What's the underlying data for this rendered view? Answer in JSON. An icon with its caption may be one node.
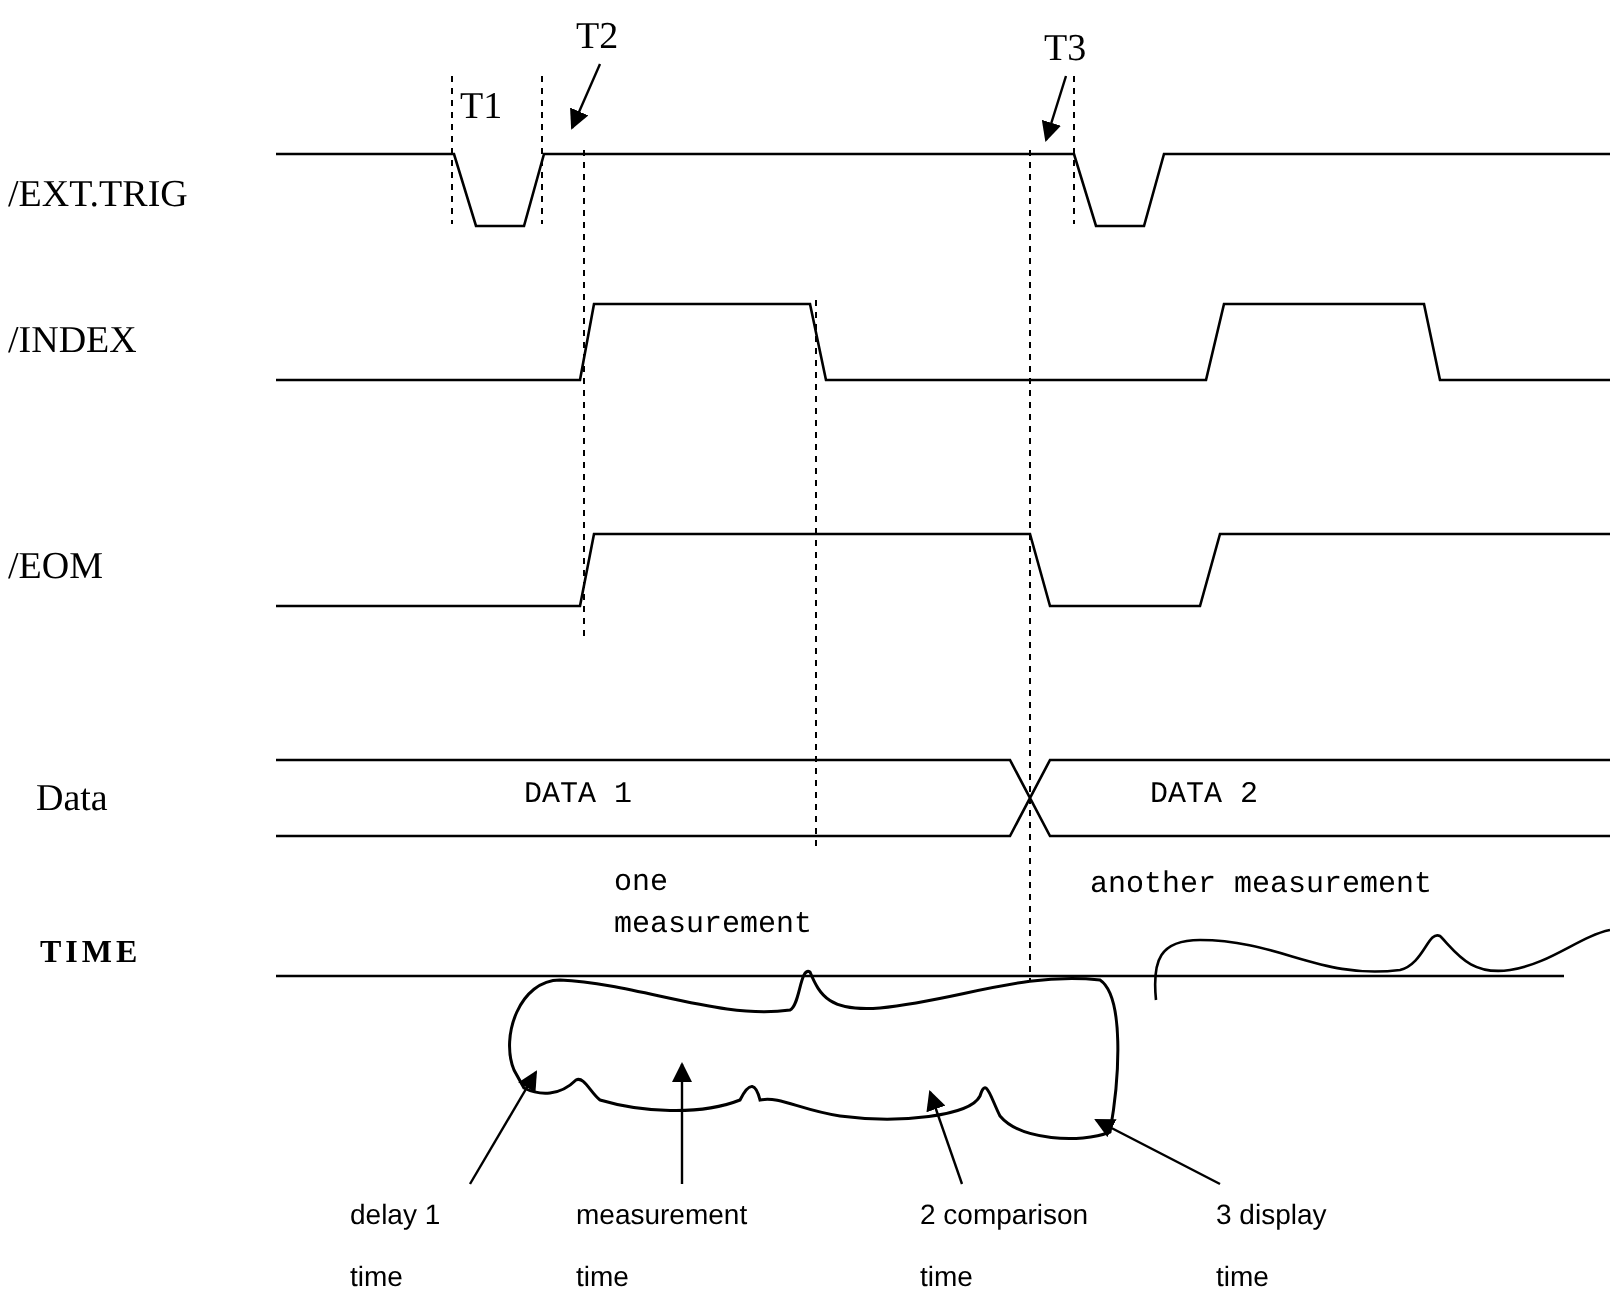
{
  "diagram": {
    "nodes": [
      {
        "text": [
          "T2"
        ]
      },
      {
        "text": [
          "T3"
        ]
      },
      {
        "text": [],
        "shape": "cloud"
      },
      {
        "text": [
          "delay 1 time"
        ]
      },
      {
        "text": [
          "measurement time"
        ]
      },
      {
        "text": [
          "2 comparison time"
        ]
      },
      {
        "text": [
          "3 display time"
        ]
      }
    ],
    "edges": [
      {
        "from": 0,
        "to": null,
        "arrow": "to"
      },
      {
        "from": 1,
        "to": null,
        "arrow": "to"
      },
      {
        "from": 3,
        "to": 2,
        "arrow": "to"
      },
      {
        "from": 4,
        "to": 2,
        "arrow": "to"
      },
      {
        "from": 5,
        "to": 2,
        "arrow": "to"
      },
      {
        "from": 6,
        "to": 2,
        "arrow": "to"
      }
    ],
    "labels": [
      "T1",
      "/EXT.TRIG",
      "/INDEX",
      "/EOM",
      "Data",
      "DATA 1",
      "DATA 2",
      "one measurement",
      "another measurement",
      "TIME"
    ]
  }
}
